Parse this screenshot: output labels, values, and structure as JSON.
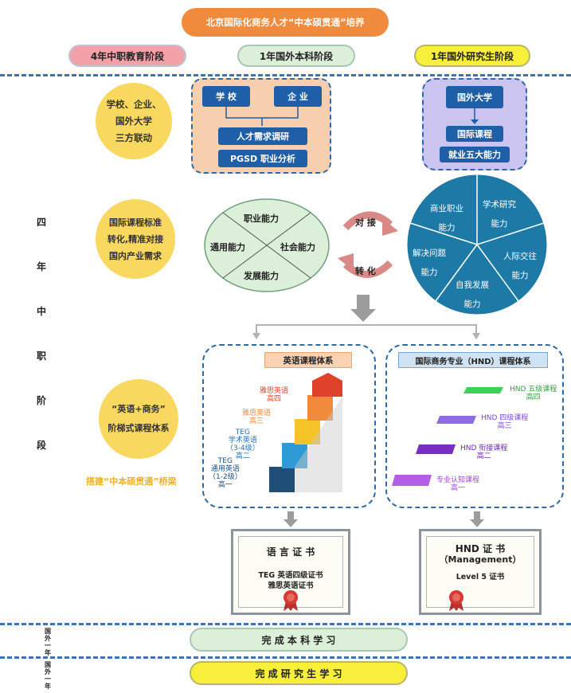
{
  "title": "北京国际化商务人才“中本硕贯通”培养",
  "stages": {
    "s1": "4年中职教育阶段",
    "s2": "1年国外本科阶段",
    "s3": "1年国外研究生阶段"
  },
  "side_label": [
    "四",
    "年",
    "中",
    "职",
    "阶",
    "段"
  ],
  "row1": {
    "circle": [
      "学校、企业、",
      "国外大学",
      "三方联动"
    ],
    "school": "学 校",
    "enterprise": "企 业",
    "research": "人才需求调研",
    "pgsd": "PGSD 职业分析",
    "foreign_univ": "国外大学",
    "intl_course": "国际课程",
    "employ": "就业五大能力"
  },
  "row2": {
    "circle": [
      "国际课程标准",
      "转化,精准对接",
      "国内产业需求"
    ],
    "pie4": [
      "职业能力",
      "社会能力",
      "发展能力",
      "通用能力"
    ],
    "dock_top": "对 接",
    "dock_bottom": "转 化",
    "pie5": [
      "学术研究",
      "能力",
      "人际交往",
      "能力",
      "自我发展",
      "能力",
      "解决问题",
      "能力",
      "商业职业",
      "能力"
    ]
  },
  "row3": {
    "circle": [
      "“英语+商务”",
      "阶梯式课程体系"
    ],
    "bridge": "搭建“中本硕贯通”桥梁",
    "eng_title": "英语课程体系",
    "eng_steps": [
      [
        "雅思英语",
        "高四"
      ],
      [
        "雅思英语",
        "高三"
      ],
      [
        "TEG",
        "学术英语",
        "（3-4级）",
        "高二"
      ],
      [
        "TEG",
        "通用英语",
        "（1-2级）",
        "高一"
      ]
    ],
    "hnd_title": "国际商务专业（HND）课程体系",
    "hnd_steps": [
      [
        "HND 五级课程",
        "高四"
      ],
      [
        "HND 四级课程",
        "高三"
      ],
      [
        "HND 衔接课程",
        "高二"
      ],
      [
        "专业认知课程",
        "高一"
      ]
    ]
  },
  "certs": {
    "lang_title": "语 言 证 书",
    "lang_l1": "TEG 英语四级证书",
    "lang_l2": "雅思英语证书",
    "hnd_title": "HND 证 书",
    "hnd_sub": "（Management）",
    "hnd_l1": "Level 5 证书"
  },
  "bottom": {
    "year1_label": [
      "国",
      "外",
      "一",
      "年"
    ],
    "year2_label": [
      "国",
      "外",
      "一",
      "年"
    ],
    "bachelor": "完 成 本 科 学 习",
    "master": "完 成 研 究 生 学 习"
  },
  "colors": {
    "navy": "#1f5fa8",
    "teal": "#1d79a6",
    "orange": "#f08a3c",
    "yellow": "#f9d85f",
    "pink": "#f3a1a8",
    "mint": "#dcefd8",
    "lavender": "#cbc4f0",
    "peach": "#f8cfae"
  }
}
